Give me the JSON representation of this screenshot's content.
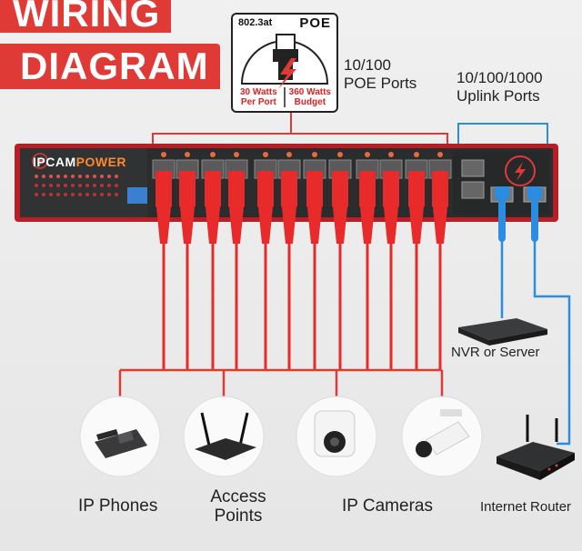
{
  "title": {
    "line1": "WIRING",
    "line2": "DIAGRAM"
  },
  "poe_badge": {
    "standard": "802.3at",
    "logo": "POE",
    "per_port_line1": "30 Watts",
    "per_port_line2": "Per Port",
    "budget_line1": "360 Watts",
    "budget_line2": "Budget"
  },
  "labels": {
    "poe_ports_line1": "10/100",
    "poe_ports_line2": "POE Ports",
    "uplink_line1": "10/100/1000",
    "uplink_line2": "Uplink Ports",
    "nvr": "NVR or Server",
    "router": "Internet Router"
  },
  "device": {
    "brand_part1": "IPCAM",
    "brand_part2": "POWER",
    "port_count": 12
  },
  "captions": {
    "ip_phones": "IP Phones",
    "access_line1": "Access",
    "access_line2": "Points",
    "ip_cameras": "IP Cameras"
  },
  "colors": {
    "accent": "#e03a36",
    "chassis": "#c8262a",
    "cable_red": "#e82a2a",
    "cable_blue": "#2a8de0"
  }
}
